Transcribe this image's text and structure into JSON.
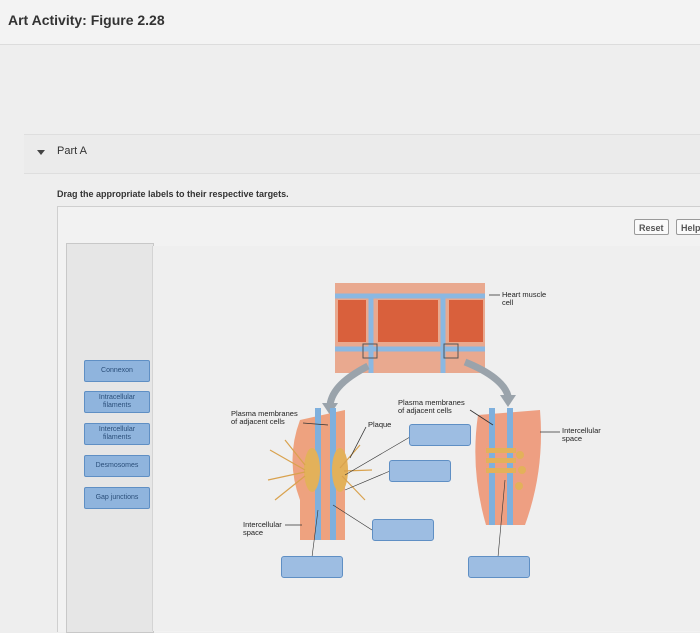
{
  "page": {
    "title": "Art Activity: Figure 2.28"
  },
  "part": {
    "label": "Part A"
  },
  "instructions": "Drag the appropriate labels to their respective targets.",
  "toolbar": {
    "reset_label": "Reset",
    "help_label": "Help"
  },
  "label_bank": [
    {
      "text": "Connexon"
    },
    {
      "text": "Intracellular\nfilaments"
    },
    {
      "text": "Intercellular\nfilaments"
    },
    {
      "text": "Desmosomes"
    },
    {
      "text": "Gap junctions"
    }
  ],
  "diagram_labels": {
    "heart_muscle_cell": "Heart muscle\ncell",
    "plasma_membranes_left": "Plasma membranes\nof adjacent cells",
    "plasma_membranes_right": "Plasma membranes\nof adjacent cells",
    "plaque": "Plaque",
    "intercellular_space_left": "Intercellular\nspace",
    "intercellular_space_right": "Intercellular\nspace"
  },
  "colors": {
    "label_fill": "#8fb4dd",
    "label_border": "#5f8fc4",
    "muscle": "#e07a56",
    "membrane": "#7fb0dd",
    "filament": "#d9a24e"
  }
}
